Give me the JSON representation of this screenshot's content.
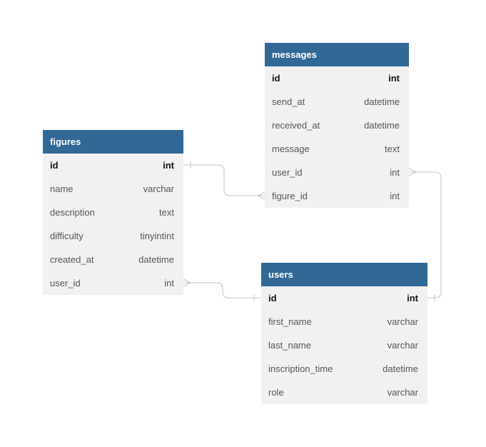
{
  "tables": {
    "messages": {
      "name": "messages",
      "columns": [
        {
          "name": "id",
          "type": "int",
          "pk": true
        },
        {
          "name": "send_at",
          "type": "datetime"
        },
        {
          "name": "received_at",
          "type": "datetime"
        },
        {
          "name": "message",
          "type": "text"
        },
        {
          "name": "user_id",
          "type": "int"
        },
        {
          "name": "figure_id",
          "type": "int"
        }
      ]
    },
    "figures": {
      "name": "figures",
      "columns": [
        {
          "name": "id",
          "type": "int",
          "pk": true
        },
        {
          "name": "name",
          "type": "varchar"
        },
        {
          "name": "description",
          "type": "text"
        },
        {
          "name": "difficulty",
          "type": "tinyintint"
        },
        {
          "name": "created_at",
          "type": "datetime"
        },
        {
          "name": "user_id",
          "type": "int"
        }
      ]
    },
    "users": {
      "name": "users",
      "columns": [
        {
          "name": "id",
          "type": "int",
          "pk": true
        },
        {
          "name": "first_name",
          "type": "varchar"
        },
        {
          "name": "last_name",
          "type": "varchar"
        },
        {
          "name": "inscription_time",
          "type": "datetime"
        },
        {
          "name": "role",
          "type": "varchar"
        }
      ]
    }
  },
  "relations": [
    {
      "from": "messages.figure_id",
      "to": "figures.id",
      "type": "many-to-one"
    },
    {
      "from": "messages.user_id",
      "to": "users.id",
      "type": "many-to-one"
    },
    {
      "from": "figures.user_id",
      "to": "users.id",
      "type": "many-to-one"
    }
  ],
  "colors": {
    "header": "#316896",
    "body": "#f1f1f1",
    "connector": "#c4c4c4"
  }
}
